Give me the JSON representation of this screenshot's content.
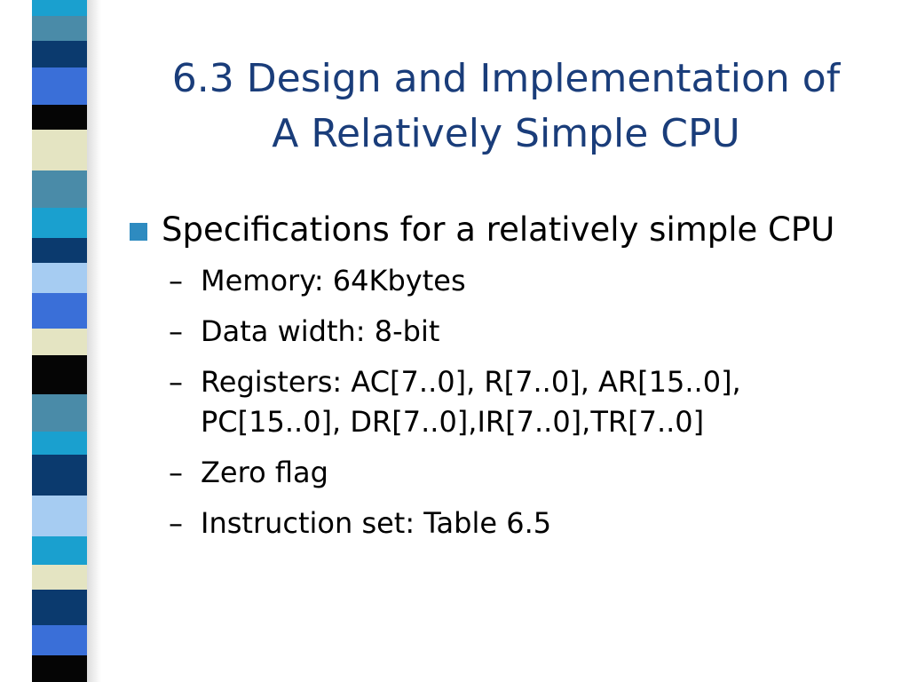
{
  "slide": {
    "title_line1": "6.3 Design and Implementation of",
    "title_line2": "A Relatively Simple CPU",
    "bullet": {
      "text": "Specifications for a relatively simple CPU",
      "sub_marker": "–",
      "subitems": [
        "Memory: 64Kbytes",
        "Data width: 8-bit",
        "Registers: AC[7..0], R[7..0], AR[15..0], PC[15..0], DR[7..0],IR[7..0],TR[7..0]",
        "Zero flag",
        "Instruction set: Table 6.5"
      ]
    }
  },
  "colors": {
    "title": "#1a3d7a",
    "bullet_square": "#2e8bc0",
    "stripe_palette": [
      "#4a8ba8",
      "#0b3a6e",
      "#3a6fd8",
      "#050505",
      "#e4e4c2",
      "#1aa0cf",
      "#a6ccf2"
    ]
  }
}
